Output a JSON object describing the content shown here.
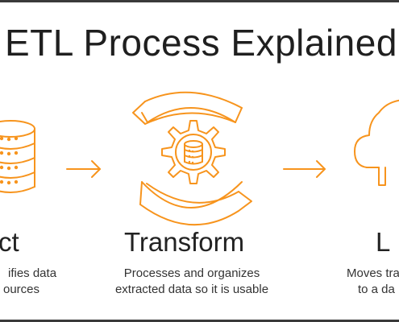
{
  "title": "ETL Process Explained",
  "accent_color": "#f7941d",
  "steps": [
    {
      "label": "ct",
      "icon": "database-icon",
      "desc_lines": [
        "ifies data",
        "ources"
      ]
    },
    {
      "label": "Transform",
      "icon": "gear-cycle-database-icon",
      "desc_lines": [
        "Processes and organizes",
        "extracted data so it is usable"
      ]
    },
    {
      "label": "L",
      "icon": "cloud-icon",
      "desc_lines": [
        "Moves tra",
        "to a da"
      ]
    }
  ],
  "connectors": [
    "arrow-right-icon",
    "arrow-right-icon"
  ]
}
